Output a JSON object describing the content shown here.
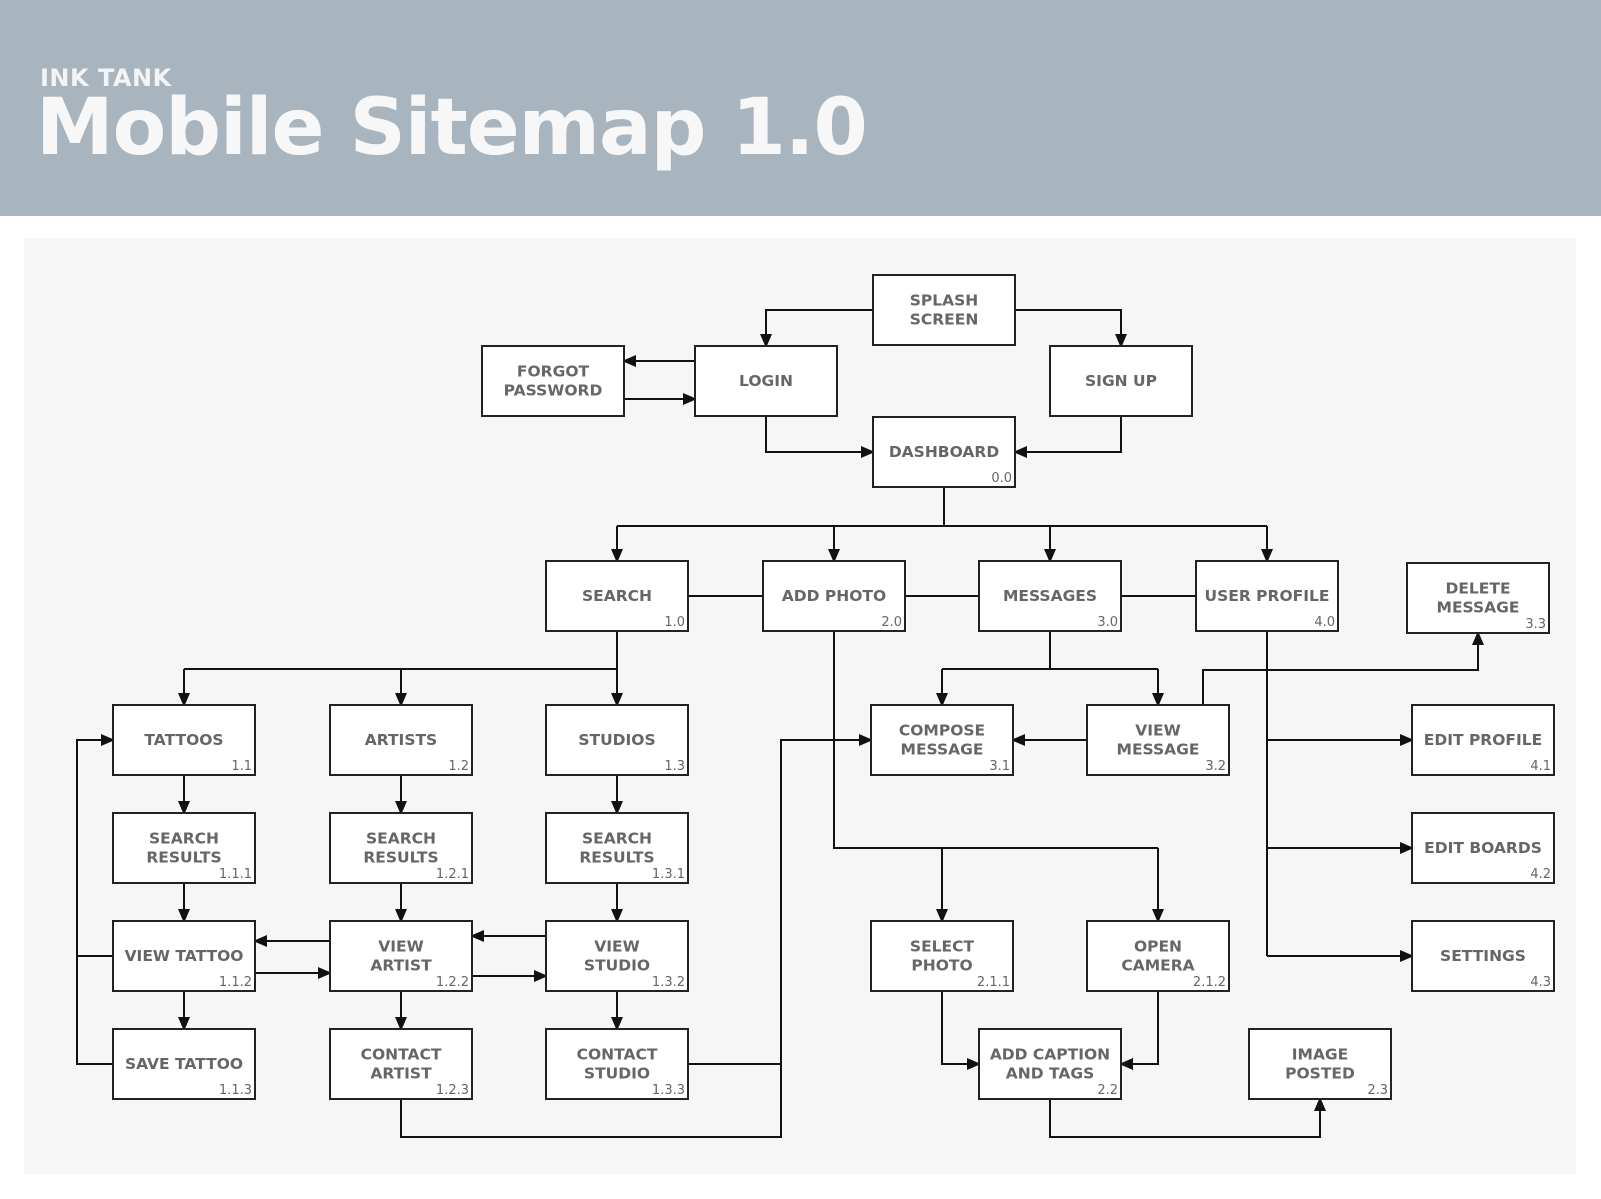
{
  "header": {
    "kicker": "INK TANK",
    "title": "Mobile Sitemap 1.0"
  },
  "nodes": [
    {
      "id": "splash",
      "lines": [
        "SPLASH",
        "SCREEN"
      ],
      "num": ""
    },
    {
      "id": "login",
      "lines": [
        "LOGIN"
      ],
      "num": ""
    },
    {
      "id": "forgot",
      "lines": [
        "FORGOT",
        "PASSWORD"
      ],
      "num": ""
    },
    {
      "id": "signup",
      "lines": [
        "SIGN UP"
      ],
      "num": ""
    },
    {
      "id": "dashboard",
      "lines": [
        "DASHBOARD"
      ],
      "num": "0.0"
    },
    {
      "id": "search",
      "lines": [
        "SEARCH"
      ],
      "num": "1.0"
    },
    {
      "id": "addphoto",
      "lines": [
        "ADD PHOTO"
      ],
      "num": "2.0"
    },
    {
      "id": "messages",
      "lines": [
        "MESSAGES"
      ],
      "num": "3.0"
    },
    {
      "id": "userprofile",
      "lines": [
        "USER PROFILE"
      ],
      "num": "4.0"
    },
    {
      "id": "deletemsg",
      "lines": [
        "DELETE",
        "MESSAGE"
      ],
      "num": "3.3"
    },
    {
      "id": "tattoos",
      "lines": [
        "TATTOOS"
      ],
      "num": "1.1"
    },
    {
      "id": "artists",
      "lines": [
        "ARTISTS"
      ],
      "num": "1.2"
    },
    {
      "id": "studios",
      "lines": [
        "STUDIOS"
      ],
      "num": "1.3"
    },
    {
      "id": "compose",
      "lines": [
        "COMPOSE",
        "MESSAGE"
      ],
      "num": "3.1"
    },
    {
      "id": "viewmsg",
      "lines": [
        "VIEW",
        "MESSAGE"
      ],
      "num": "3.2"
    },
    {
      "id": "editprofile",
      "lines": [
        "EDIT PROFILE"
      ],
      "num": "4.1"
    },
    {
      "id": "sr111",
      "lines": [
        "SEARCH",
        "RESULTS"
      ],
      "num": "1.1.1"
    },
    {
      "id": "sr121",
      "lines": [
        "SEARCH",
        "RESULTS"
      ],
      "num": "1.2.1"
    },
    {
      "id": "sr131",
      "lines": [
        "SEARCH",
        "RESULTS"
      ],
      "num": "1.3.1"
    },
    {
      "id": "editboards",
      "lines": [
        "EDIT BOARDS"
      ],
      "num": "4.2"
    },
    {
      "id": "viewtattoo",
      "lines": [
        "VIEW TATTOO"
      ],
      "num": "1.1.2"
    },
    {
      "id": "viewartist",
      "lines": [
        "VIEW",
        "ARTIST"
      ],
      "num": "1.2.2"
    },
    {
      "id": "viewstudio",
      "lines": [
        "VIEW",
        "STUDIO"
      ],
      "num": "1.3.2"
    },
    {
      "id": "selectphoto",
      "lines": [
        "SELECT",
        "PHOTO"
      ],
      "num": "2.1.1"
    },
    {
      "id": "opencamera",
      "lines": [
        "OPEN",
        "CAMERA"
      ],
      "num": "2.1.2"
    },
    {
      "id": "settings",
      "lines": [
        "SETTINGS"
      ],
      "num": "4.3"
    },
    {
      "id": "savetattoo",
      "lines": [
        "SAVE TATTOO"
      ],
      "num": "1.1.3"
    },
    {
      "id": "contactartist",
      "lines": [
        "CONTACT",
        "ARTIST"
      ],
      "num": "1.2.3"
    },
    {
      "id": "contactstudio",
      "lines": [
        "CONTACT",
        "STUDIO"
      ],
      "num": "1.3.3"
    },
    {
      "id": "addcaption",
      "lines": [
        "ADD CAPTION",
        "AND TAGS"
      ],
      "num": "2.2"
    },
    {
      "id": "imageposted",
      "lines": [
        "IMAGE",
        "POSTED"
      ],
      "num": "2.3"
    }
  ]
}
